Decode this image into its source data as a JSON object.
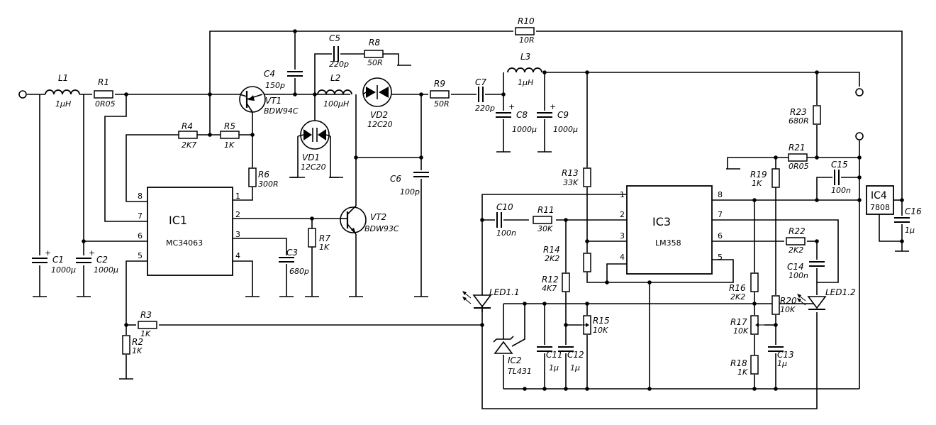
{
  "components": {
    "L1": {
      "ref": "L1",
      "value": "1µH"
    },
    "L2": {
      "ref": "L2",
      "value": "100µH"
    },
    "L3": {
      "ref": "L3",
      "value": "1µH"
    },
    "R1": {
      "ref": "R1",
      "value": "0R05"
    },
    "R2": {
      "ref": "R2",
      "value": "1K"
    },
    "R3": {
      "ref": "R3",
      "value": "1K"
    },
    "R4": {
      "ref": "R4",
      "value": "2K7"
    },
    "R5": {
      "ref": "R5",
      "value": "1K"
    },
    "R6": {
      "ref": "R6",
      "value": "300R"
    },
    "R7": {
      "ref": "R7",
      "value": "1K"
    },
    "R8": {
      "ref": "R8",
      "value": "50R"
    },
    "R9": {
      "ref": "R9",
      "value": "50R"
    },
    "R10": {
      "ref": "R10",
      "value": "10R"
    },
    "R11": {
      "ref": "R11",
      "value": "30K"
    },
    "R12": {
      "ref": "R12",
      "value": "4K7"
    },
    "R13": {
      "ref": "R13",
      "value": "33K"
    },
    "R14": {
      "ref": "R14",
      "value": "2K2"
    },
    "R15": {
      "ref": "R15",
      "value": "10K"
    },
    "R16": {
      "ref": "R16",
      "value": "2K2"
    },
    "R17": {
      "ref": "R17",
      "value": "10K"
    },
    "R18": {
      "ref": "R18",
      "value": "1K"
    },
    "R19": {
      "ref": "R19",
      "value": "1K"
    },
    "R20": {
      "ref": "R20",
      "value": "10K"
    },
    "R21": {
      "ref": "R21",
      "value": "0R05"
    },
    "R22": {
      "ref": "R22",
      "value": "2K2"
    },
    "R23": {
      "ref": "R23",
      "value": "680R"
    },
    "C1": {
      "ref": "C1",
      "value": "1000µ"
    },
    "C2": {
      "ref": "C2",
      "value": "1000µ"
    },
    "C3": {
      "ref": "C3",
      "value": "680p"
    },
    "C4": {
      "ref": "C4",
      "value": "150p"
    },
    "C5": {
      "ref": "C5",
      "value": "220p"
    },
    "C6": {
      "ref": "C6",
      "value": "100p"
    },
    "C7": {
      "ref": "C7",
      "value": "220p"
    },
    "C8": {
      "ref": "C8",
      "value": "1000µ"
    },
    "C9": {
      "ref": "C9",
      "value": "1000µ"
    },
    "C10": {
      "ref": "C10",
      "value": "100n"
    },
    "C11": {
      "ref": "C11",
      "value": "1µ"
    },
    "C12": {
      "ref": "C12",
      "value": "1µ"
    },
    "C13": {
      "ref": "C13",
      "value": "1µ"
    },
    "C14": {
      "ref": "C14",
      "value": "100n"
    },
    "C15": {
      "ref": "C15",
      "value": "100n"
    },
    "C16": {
      "ref": "C16",
      "value": "1µ"
    },
    "VT1": {
      "ref": "VT1",
      "value": "BDW94C"
    },
    "VT2": {
      "ref": "VT2",
      "value": "BDW93C"
    },
    "VD1": {
      "ref": "VD1",
      "value": "12C20"
    },
    "VD2": {
      "ref": "VD2",
      "value": "12C20"
    },
    "IC1": {
      "ref": "IC1",
      "value": "MC34063"
    },
    "IC2": {
      "ref": "IC2",
      "value": "TL431"
    },
    "IC3": {
      "ref": "IC3",
      "value": "LM358"
    },
    "IC4": {
      "ref": "IC4",
      "value": "7808"
    },
    "LED11": {
      "ref": "LED1.1"
    },
    "LED12": {
      "ref": "LED1.2"
    }
  },
  "pins": {
    "IC1": {
      "p1": "1",
      "p2": "2",
      "p3": "3",
      "p4": "4",
      "p5": "5",
      "p6": "6",
      "p7": "7",
      "p8": "8"
    },
    "IC3": {
      "p1": "1",
      "p2": "2",
      "p3": "3",
      "p4": "4",
      "p5": "5",
      "p6": "6",
      "p7": "7",
      "p8": "8"
    }
  },
  "polarity": "+",
  "colors": {
    "ink": "#000000",
    "paper": "#ffffff"
  }
}
